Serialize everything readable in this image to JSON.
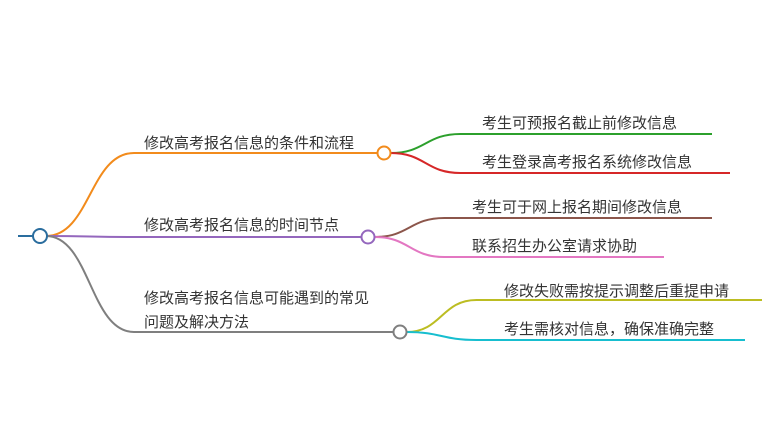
{
  "root": {
    "color": "#2a6d9e"
  },
  "branches": [
    {
      "lines": [
        "修改高考报名信息的条件和流程"
      ],
      "color": "#f28b1c",
      "children": [
        {
          "text": "考生可预报名截止前修改信息",
          "color": "#2ca02c"
        },
        {
          "text": "考生登录高考报名系统修改信息",
          "color": "#d62728"
        }
      ]
    },
    {
      "lines": [
        "修改高考报名信息的时间节点"
      ],
      "color": "#9467bd",
      "children": [
        {
          "text": "考生可于网上报名期间修改信息",
          "color": "#8c564b"
        },
        {
          "text": "联系招生办公室请求协助",
          "color": "#e377c2"
        }
      ]
    },
    {
      "lines": [
        "修改高考报名信息可能遇到的常见",
        "问题及解决方法"
      ],
      "color": "#7f7f7f",
      "children": [
        {
          "text": "修改失败需按提示调整后重提申请",
          "color": "#bcbd22"
        },
        {
          "text": "考生需核对信息，确保准确完整",
          "color": "#17becf"
        }
      ]
    }
  ]
}
